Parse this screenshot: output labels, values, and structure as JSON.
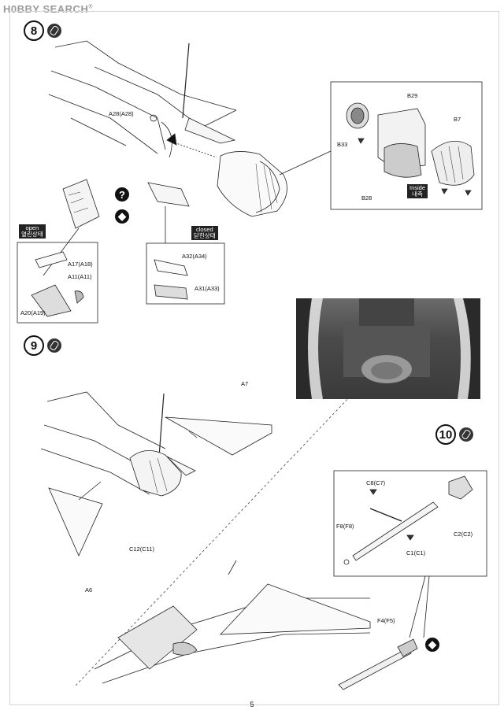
{
  "watermark": {
    "brand": "H0BBY SEARCH",
    "reg": "®"
  },
  "page_number": "5",
  "steps": [
    {
      "number": "8"
    },
    {
      "number": "9"
    },
    {
      "number": "10"
    }
  ],
  "step8": {
    "part_a28": "A28(A28)",
    "open_tag": "open",
    "open_tag_ko": "열린상태",
    "closed_tag": "closed",
    "closed_tag_ko": "닫힌상태",
    "part_a17": "A17(A18)",
    "part_a11": "A11(A11)",
    "part_a20": "A20(A19)",
    "part_a32": "A32(A34)",
    "part_a31": "A31(A33)",
    "part_b29": "B29",
    "part_b7": "B7",
    "part_b33": "B33",
    "part_b28": "B28",
    "inside_tag": "Inside",
    "inside_tag_ko": "내측",
    "question_mark": "?"
  },
  "step9": {
    "part_a7": "A7",
    "part_c12": "C12(C11)",
    "part_a6": "A6"
  },
  "step10": {
    "part_c8": "C8(C7)",
    "part_f8": "F8(F8)",
    "part_c2": "C2(C2)",
    "part_c1": "C1(C1)",
    "part_f4": "F4(F5)"
  }
}
